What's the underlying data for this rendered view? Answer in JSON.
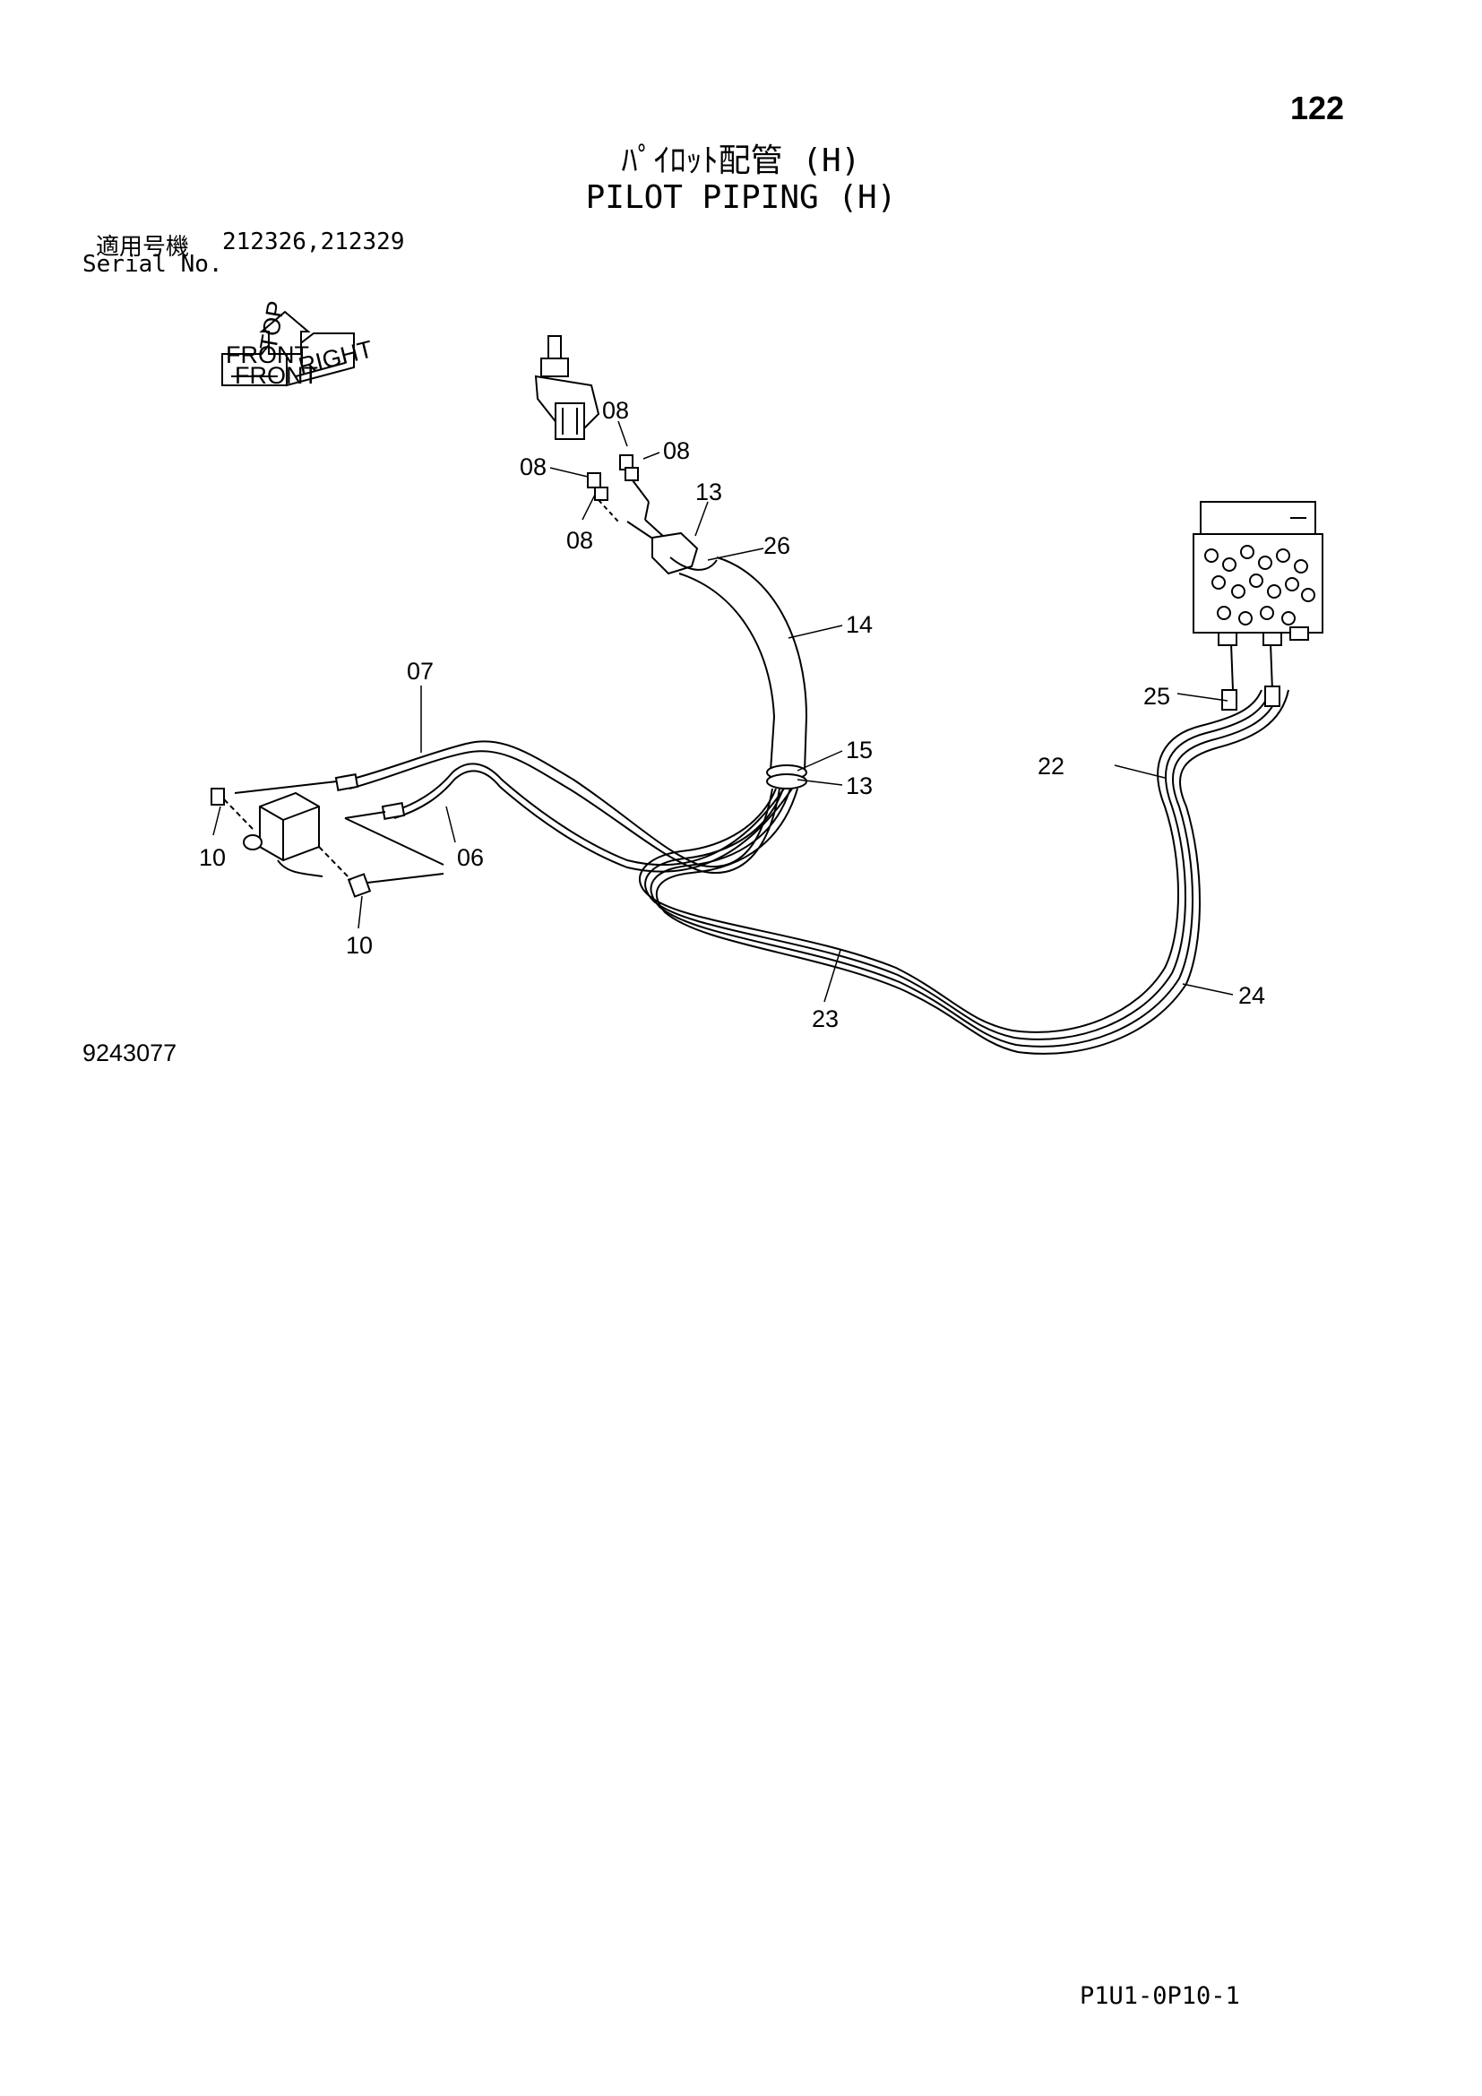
{
  "page": {
    "number": "122",
    "title_jp": "ﾊﾟｲﾛｯﾄ配管 (H)",
    "title_en": "PILOT PIPING (H)",
    "serial_label_jp": "適用号機",
    "serial_label_en": "Serial No.",
    "serial_numbers": "212326,212329",
    "figure_number": "9243077",
    "document_code": "P1U1-0P10-1"
  },
  "orientation_marker": {
    "labels": [
      "FRONT",
      "RIGHT",
      "FRONT",
      "TOP"
    ]
  },
  "callouts": [
    {
      "id": "c08a",
      "label": "08"
    },
    {
      "id": "c08b",
      "label": "08"
    },
    {
      "id": "c08c",
      "label": "08"
    },
    {
      "id": "c08d",
      "label": "08"
    },
    {
      "id": "c13a",
      "label": "13"
    },
    {
      "id": "c26",
      "label": "26"
    },
    {
      "id": "c14",
      "label": "14"
    },
    {
      "id": "c07",
      "label": "07"
    },
    {
      "id": "c15",
      "label": "15"
    },
    {
      "id": "c13b",
      "label": "13"
    },
    {
      "id": "c06",
      "label": "06"
    },
    {
      "id": "c10a",
      "label": "10"
    },
    {
      "id": "c10b",
      "label": "10"
    },
    {
      "id": "c25",
      "label": "25"
    },
    {
      "id": "c22",
      "label": "22"
    },
    {
      "id": "c23",
      "label": "23"
    },
    {
      "id": "c24",
      "label": "24"
    }
  ]
}
